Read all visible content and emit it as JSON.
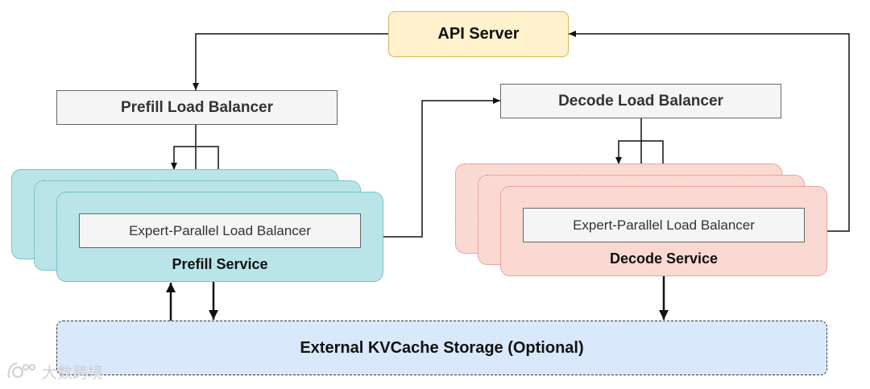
{
  "api_server": {
    "label": "API Server"
  },
  "prefill": {
    "load_balancer": "Prefill Load Balancer",
    "expert_lb": "Expert-Parallel Load Balancer",
    "service": "Prefill Service"
  },
  "decode": {
    "load_balancer": "Decode Load Balancer",
    "expert_lb": "Expert-Parallel Load Balancer",
    "service": "Decode Service"
  },
  "storage": {
    "label": "External KVCache Storage (Optional)"
  },
  "watermark": {
    "text": "大数跨境"
  },
  "colors": {
    "api_fill": "#fff2cc",
    "prefill_fill": "#b9e5e8",
    "decode_fill": "#fbd9d3",
    "storage_fill": "#dae8fc",
    "lb_fill": "#f5f5f5"
  }
}
